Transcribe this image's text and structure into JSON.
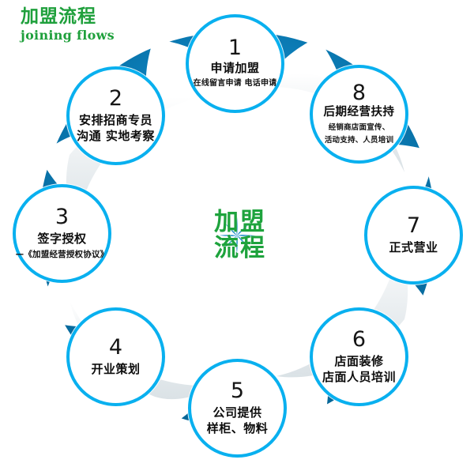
{
  "header": {
    "title_cn": "加盟流程",
    "title_en": "joining flows"
  },
  "center": {
    "line1": "加盟",
    "line2": "流程"
  },
  "colors": {
    "green": "#1fa03c",
    "ring_blue": "#09b0ef",
    "wheel_blue_dark": "#0569a8",
    "wheel_blue_mid": "#0b86c8",
    "wheel_blue_light": "#2ea3d8",
    "background": "#ffffff",
    "text": "#0d0d0d"
  },
  "steps": [
    {
      "num": "1",
      "label": "申请加盟",
      "sub": "在线留言申请  电话申请",
      "sub2": ""
    },
    {
      "num": "2",
      "label": "安排招商专员",
      "sub": "沟通 实地考察",
      "sub2": ""
    },
    {
      "num": "3",
      "label": "签字授权",
      "sub": "—《加盟经营授权协议》",
      "sub2": ""
    },
    {
      "num": "4",
      "label": "开业策划",
      "sub": "",
      "sub2": ""
    },
    {
      "num": "5",
      "label": "公司提供",
      "sub": "样柜、物料",
      "sub2": ""
    },
    {
      "num": "6",
      "label": "店面装修",
      "sub": "店面人员培训",
      "sub2": ""
    },
    {
      "num": "7",
      "label": "正式营业",
      "sub": "",
      "sub2": ""
    },
    {
      "num": "8",
      "label": "后期经营扶持",
      "sub": "经销商店面宣传、",
      "sub2": "活动支持、人员培训"
    }
  ]
}
